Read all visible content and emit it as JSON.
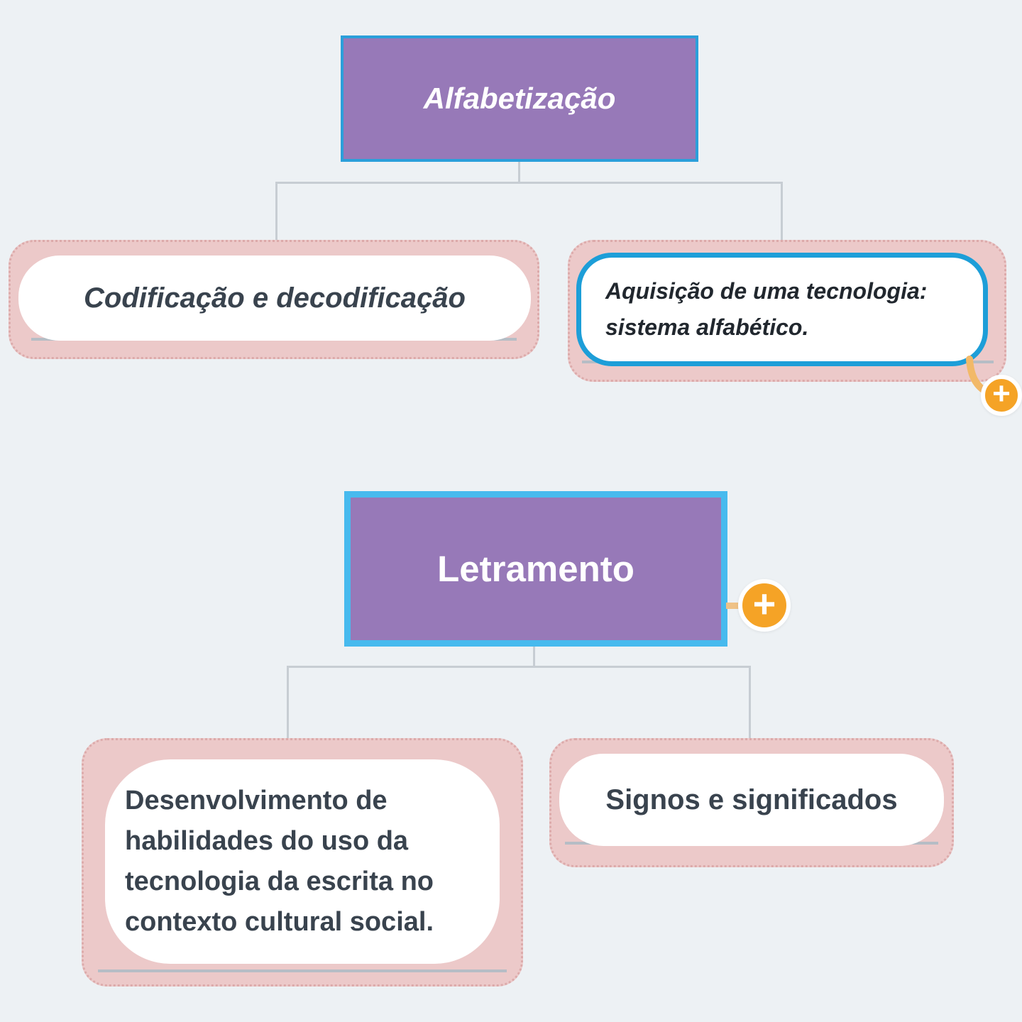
{
  "mindmap": {
    "nodes": {
      "alfabetizacao": {
        "label": "Alfabetização"
      },
      "codificacao": {
        "label": "Codificação e decodificação"
      },
      "aquisicao": {
        "label": "Aquisição de uma tecnologia: sistema alfabético."
      },
      "letramento": {
        "label": "Letramento"
      },
      "desenvolvimento": {
        "label": "Desenvolvimento de habilidades do uso da tecnologia da escrita no contexto cultural social."
      },
      "signos": {
        "label": "Signos e significados"
      }
    },
    "add_button": {
      "glyph": "+"
    },
    "colors": {
      "background": "#edf1f4",
      "topic_fill": "#9779b8",
      "selection_blue": "#2b9fda",
      "selection_blue_light": "#47baee",
      "node_border_blue": "#1d9ed8",
      "boundary_pink": "#ecc9c9",
      "connector_gray": "#c7cdd3",
      "add_orange": "#f5a326",
      "text_dark": "#39434e",
      "text_white": "#ffffff"
    }
  }
}
